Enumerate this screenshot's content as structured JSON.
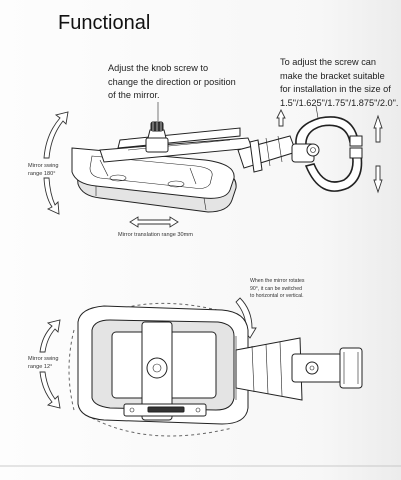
{
  "title": "Functional",
  "callouts": {
    "knob_lines": [
      "Adjust the knob screw to",
      "change the direction or position",
      "of the mirror."
    ],
    "bracket_lines": [
      "To adjust the screw can",
      "make the bracket suitable",
      "for installation in the size of",
      "1.5\"/1.625\"/1.75\"/1.875\"/2.0\"."
    ],
    "rotate_lines": [
      "When the mirror rotates",
      "90°, it can be switched",
      "to horizontal or vertical."
    ]
  },
  "labels": {
    "swing180_lines": [
      "Mirror swing",
      "range 180°"
    ],
    "translation": "Mirror translation range 30mm",
    "swing12_lines": [
      "Mirror swing",
      "range 12°"
    ]
  }
}
